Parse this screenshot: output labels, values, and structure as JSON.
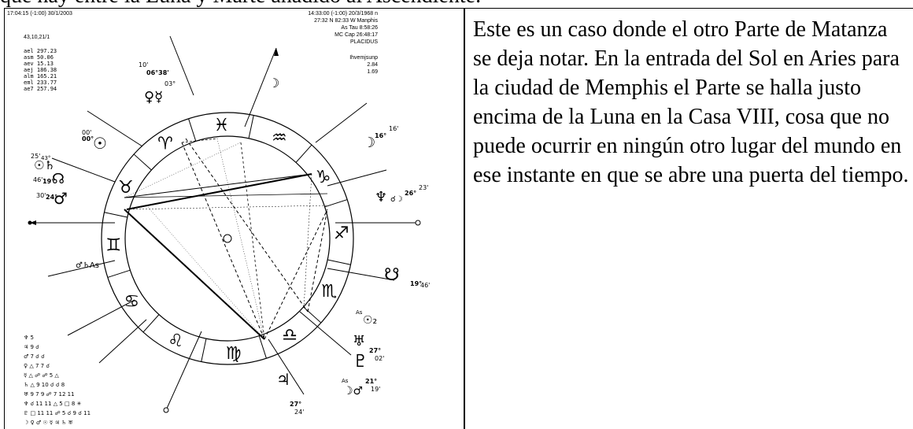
{
  "top_partial_text": "que hay entre la Luna y Marte añadido al Ascendiente.",
  "paragraph": "Este es un caso donde el otro Parte de Matanza se deja notar. En la entrada del Sol en Aries para la ciudad de Memphis el Parte se halla justo encima de la Luna en la Casa VIII, cosa que no puede ocurrir en ningún otro lugar del mundo en ese instante en que se abre una puerta del tiempo.",
  "chart": {
    "header_left": "17:04:15 (-1:00) 30/1/2003",
    "header_left_code": "43,10,21/1",
    "header_right": [
      "14:33:00 (-1:00) 20/3/1968  n",
      "27:32 N  82:33 W  Manphis",
      "As Tau  8:58:26",
      "MC Cap 26:48:17",
      "PLACIDUS"
    ],
    "ihvem_label": "Ihvemjsunp",
    "ihvem_values": [
      "2.84",
      "1.69"
    ],
    "left_values": [
      "ael 297.23",
      "asm  50.06",
      "aev  15.13",
      "aej 186.38",
      "alm 165.21",
      "eml 233.77",
      "ae7 257.94"
    ],
    "aspect_grid": [
      "♆ 5",
      "♃ 9 ☌",
      "♂ 7 ☌ ☌",
      "♀ △ 7 7 ☌",
      "☿ △ ☍ ☍ 5 △",
      "♄ △ 9 10 ☌ ☌ 8",
      "♅ 9 7 9 ☍ 7 12 11",
      "♆ ☌ 11 11 △ 5 □ 8 ✳",
      "♇ □ 11 11 ☍ 5 ☌ 9 ☌ 11",
      "☽ ♀ ♂ ☉ ☿ ♃ ♄ ♅"
    ],
    "zodiac_glyphs": [
      "♒",
      "♑",
      "♐",
      "♏",
      "♎",
      "♍",
      "♌",
      "♋",
      "♊",
      "♉",
      "♈",
      "♓"
    ],
    "planet_labels": {
      "mars_label": "10'",
      "venus_label": "06°38'",
      "mercury_label": "03°",
      "moon_top_label": "☽",
      "sun_label": "00'",
      "sun_deg": "00°",
      "saturn_label_min": "25'",
      "saturn_label_deg": "43°",
      "node_label_min": "46'",
      "node_label_deg": "19°",
      "mars2_label_min": "30'",
      "mars2_label_deg": "24°",
      "moon_right_min": "16'",
      "moon_right_deg": "16°",
      "neptune_min": "23'",
      "neptune_deg": "26°",
      "libra_node_deg": "19°",
      "libra_node_min": "46'",
      "as_sun": "As",
      "pluto_deg": "27°",
      "pluto_min": "02'",
      "mars3_deg": "21°",
      "mars3_min": "19'",
      "jupiter_deg": "27°",
      "jupiter_min": "24'",
      "as_label": "As"
    }
  }
}
